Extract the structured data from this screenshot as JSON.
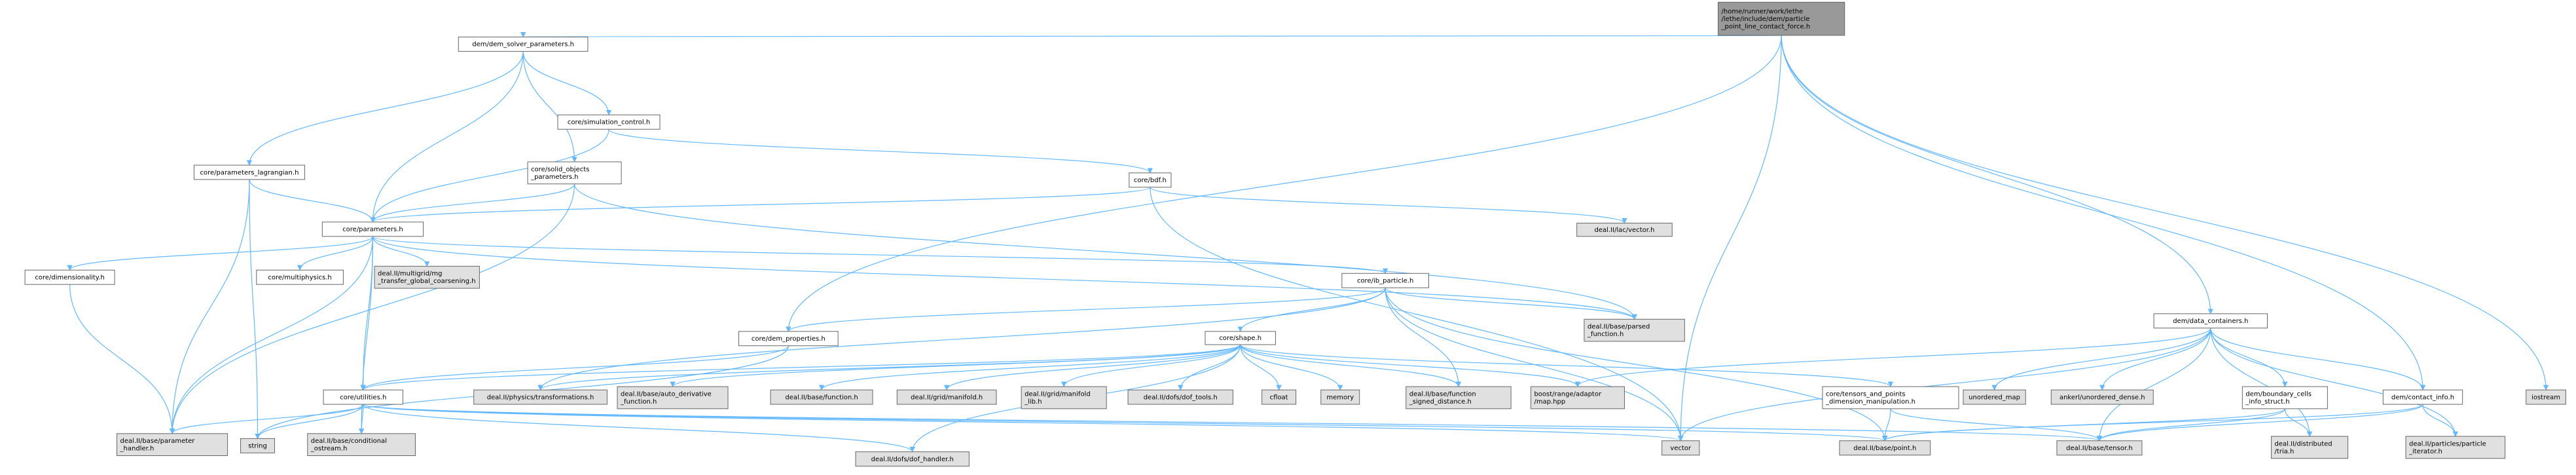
{
  "colors": {
    "edge": "#63b8ff",
    "node_border": "#666666",
    "node_fill_documented": "#ffffff",
    "node_fill_external": "#e0e0e0",
    "node_fill_root": "#999999",
    "node_border_truncated": "#ff0000"
  },
  "nodes": {
    "root": {
      "lines": [
        "/home/runner/work/lethe",
        "/lethe/include/dem/particle",
        "_point_line_contact_force.h"
      ],
      "kind": "root"
    },
    "dem_solver": {
      "lines": [
        "dem/dem_solver_parameters.h"
      ],
      "kind": "doc"
    },
    "sim_control": {
      "lines": [
        "core/simulation_control.h"
      ],
      "kind": "doc"
    },
    "param_lagr": {
      "lines": [
        "core/parameters_lagrangian.h"
      ],
      "kind": "doc"
    },
    "solid_obj": {
      "lines": [
        "core/solid_objects",
        "_parameters.h"
      ],
      "kind": "doc"
    },
    "bdf": {
      "lines": [
        "core/bdf.h"
      ],
      "kind": "doc"
    },
    "parameters": {
      "lines": [
        "core/parameters.h"
      ],
      "kind": "doc"
    },
    "lac_vector": {
      "lines": [
        "deal.II/lac/vector.h"
      ],
      "kind": "ext"
    },
    "dimensionality": {
      "lines": [
        "core/dimensionality.h"
      ],
      "kind": "doc"
    },
    "multiphysics": {
      "lines": [
        "core/multiphysics.h"
      ],
      "kind": "doc"
    },
    "mg_transfer": {
      "lines": [
        "deal.II/multigrid/mg",
        "_transfer_global_coarsening.h"
      ],
      "kind": "ext"
    },
    "ib_particle": {
      "lines": [
        "core/ib_particle.h"
      ],
      "kind": "doc"
    },
    "parsed_func": {
      "lines": [
        "deal.II/base/parsed",
        "_function.h"
      ],
      "kind": "ext"
    },
    "dem_props": {
      "lines": [
        "core/dem_properties.h"
      ],
      "kind": "doc"
    },
    "shape": {
      "lines": [
        "core/shape.h"
      ],
      "kind": "doc"
    },
    "utilities": {
      "lines": [
        "core/utilities.h"
      ],
      "kind": "trunc"
    },
    "physics_trans": {
      "lines": [
        "deal.II/physics/transformations.h"
      ],
      "kind": "ext"
    },
    "auto_deriv": {
      "lines": [
        "deal.II/base/auto_derivative",
        "_function.h"
      ],
      "kind": "ext"
    },
    "base_function": {
      "lines": [
        "deal.II/base/function.h"
      ],
      "kind": "ext"
    },
    "grid_manifold": {
      "lines": [
        "deal.II/grid/manifold.h"
      ],
      "kind": "ext"
    },
    "grid_manifold_lib": {
      "lines": [
        "deal.II/grid/manifold",
        "_lib.h"
      ],
      "kind": "ext"
    },
    "dof_tools": {
      "lines": [
        "deal.II/dofs/dof_tools.h"
      ],
      "kind": "ext"
    },
    "cfloat": {
      "lines": [
        "cfloat"
      ],
      "kind": "ext"
    },
    "memory": {
      "lines": [
        "memory"
      ],
      "kind": "ext"
    },
    "func_sdist": {
      "lines": [
        "deal.II/base/function",
        "_signed_distance.h"
      ],
      "kind": "ext"
    },
    "boost_map": {
      "lines": [
        "boost/range/adaptor",
        "/map.hpp"
      ],
      "kind": "ext"
    },
    "tensors_pts": {
      "lines": [
        "core/tensors_and_points",
        "_dimension_manipulation.h"
      ],
      "kind": "doc"
    },
    "param_handler": {
      "lines": [
        "deal.II/base/parameter",
        "_handler.h"
      ],
      "kind": "ext"
    },
    "string": {
      "lines": [
        "string"
      ],
      "kind": "ext"
    },
    "cond_ostream": {
      "lines": [
        "deal.II/base/conditional",
        "_ostream.h"
      ],
      "kind": "ext"
    },
    "dof_handler": {
      "lines": [
        "deal.II/dofs/dof_handler.h"
      ],
      "kind": "ext"
    },
    "vector": {
      "lines": [
        "vector"
      ],
      "kind": "ext"
    },
    "base_point": {
      "lines": [
        "deal.II/base/point.h"
      ],
      "kind": "ext"
    },
    "base_tensor": {
      "lines": [
        "deal.II/base/tensor.h"
      ],
      "kind": "ext"
    },
    "data_containers": {
      "lines": [
        "dem/data_containers.h"
      ],
      "kind": "doc"
    },
    "unordered_map": {
      "lines": [
        "unordered_map"
      ],
      "kind": "ext"
    },
    "ankerl": {
      "lines": [
        "ankerl/unordered_dense.h"
      ],
      "kind": "ext"
    },
    "boundary_cells": {
      "lines": [
        "dem/boundary_cells",
        "_info_struct.h"
      ],
      "kind": "doc"
    },
    "contact_info": {
      "lines": [
        "dem/contact_info.h"
      ],
      "kind": "doc"
    },
    "dist_tria": {
      "lines": [
        "deal.II/distributed",
        "/tria.h"
      ],
      "kind": "ext"
    },
    "particle_iter": {
      "lines": [
        "deal.II/particles/particle",
        "_iterator.h"
      ],
      "kind": "ext"
    },
    "iostream": {
      "lines": [
        "iostream"
      ],
      "kind": "ext"
    }
  },
  "edges": [
    [
      "root",
      "dem_solver"
    ],
    [
      "root",
      "dem_props"
    ],
    [
      "root",
      "vector"
    ],
    [
      "root",
      "data_containers"
    ],
    [
      "root",
      "contact_info"
    ],
    [
      "root",
      "iostream"
    ],
    [
      "dem_solver",
      "sim_control"
    ],
    [
      "dem_solver",
      "param_lagr"
    ],
    [
      "dem_solver",
      "solid_obj"
    ],
    [
      "dem_solver",
      "parameters"
    ],
    [
      "sim_control",
      "bdf"
    ],
    [
      "sim_control",
      "parameters"
    ],
    [
      "param_lagr",
      "parameters"
    ],
    [
      "param_lagr",
      "param_handler"
    ],
    [
      "param_lagr",
      "string"
    ],
    [
      "solid_obj",
      "parameters"
    ],
    [
      "solid_obj",
      "parsed_func"
    ],
    [
      "solid_obj",
      "param_handler"
    ],
    [
      "bdf",
      "parameters"
    ],
    [
      "bdf",
      "lac_vector"
    ],
    [
      "bdf",
      "vector"
    ],
    [
      "parameters",
      "dimensionality"
    ],
    [
      "parameters",
      "multiphysics"
    ],
    [
      "parameters",
      "mg_transfer"
    ],
    [
      "parameters",
      "ib_particle"
    ],
    [
      "parameters",
      "parsed_func"
    ],
    [
      "parameters",
      "utilities"
    ],
    [
      "parameters",
      "param_handler"
    ],
    [
      "parameters",
      "cond_ostream"
    ],
    [
      "dimensionality",
      "param_handler"
    ],
    [
      "ib_particle",
      "dem_props"
    ],
    [
      "ib_particle",
      "shape"
    ],
    [
      "ib_particle",
      "parsed_func"
    ],
    [
      "ib_particle",
      "func_sdist"
    ],
    [
      "ib_particle",
      "physics_trans"
    ],
    [
      "ib_particle",
      "base_point"
    ],
    [
      "ib_particle",
      "vector"
    ],
    [
      "dem_props",
      "utilities"
    ],
    [
      "dem_props",
      "string"
    ],
    [
      "shape",
      "utilities"
    ],
    [
      "shape",
      "physics_trans"
    ],
    [
      "shape",
      "auto_deriv"
    ],
    [
      "shape",
      "base_function"
    ],
    [
      "shape",
      "grid_manifold"
    ],
    [
      "shape",
      "grid_manifold_lib"
    ],
    [
      "shape",
      "dof_tools"
    ],
    [
      "shape",
      "cfloat"
    ],
    [
      "shape",
      "memory"
    ],
    [
      "shape",
      "func_sdist"
    ],
    [
      "shape",
      "boost_map"
    ],
    [
      "shape",
      "tensors_pts"
    ],
    [
      "shape",
      "dof_handler"
    ],
    [
      "utilities",
      "param_handler"
    ],
    [
      "utilities",
      "string"
    ],
    [
      "utilities",
      "cond_ostream"
    ],
    [
      "utilities",
      "dof_handler"
    ],
    [
      "utilities",
      "vector"
    ],
    [
      "utilities",
      "base_point"
    ],
    [
      "utilities",
      "base_tensor"
    ],
    [
      "tensors_pts",
      "base_point"
    ],
    [
      "tensors_pts",
      "base_tensor"
    ],
    [
      "data_containers",
      "boost_map"
    ],
    [
      "data_containers",
      "vector"
    ],
    [
      "data_containers",
      "unordered_map"
    ],
    [
      "data_containers",
      "ankerl"
    ],
    [
      "data_containers",
      "boundary_cells"
    ],
    [
      "data_containers",
      "contact_info"
    ],
    [
      "data_containers",
      "base_tensor"
    ],
    [
      "data_containers",
      "dist_tria"
    ],
    [
      "data_containers",
      "particle_iter"
    ],
    [
      "boundary_cells",
      "base_point"
    ],
    [
      "boundary_cells",
      "base_tensor"
    ],
    [
      "boundary_cells",
      "dist_tria"
    ],
    [
      "contact_info",
      "base_point"
    ],
    [
      "contact_info",
      "base_tensor"
    ],
    [
      "contact_info",
      "particle_iter"
    ]
  ]
}
